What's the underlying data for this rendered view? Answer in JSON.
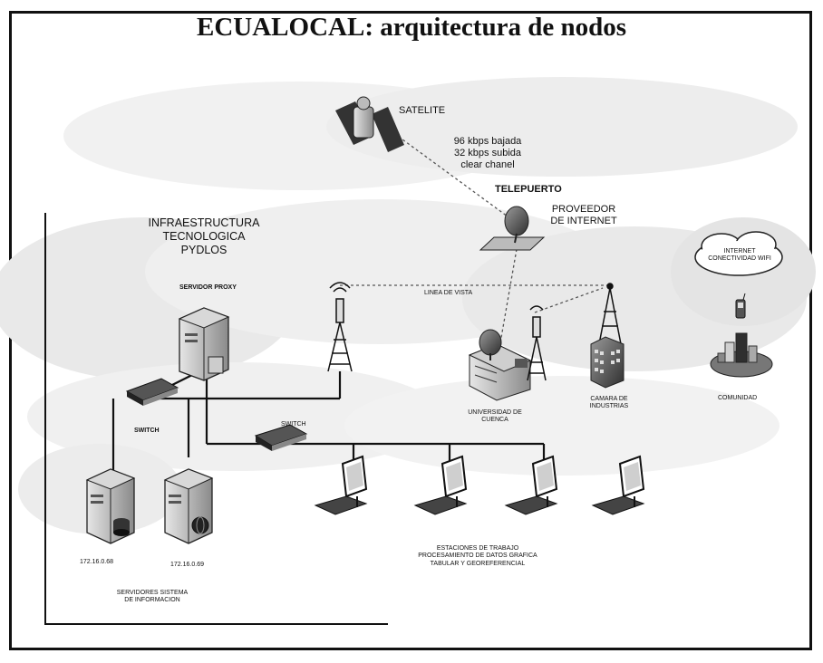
{
  "title": "ECUALOCAL: arquitectura de nodos",
  "labels": {
    "satellite": "SATELITE",
    "link_speed": "96 kbps bajada\n32 kbps subida\nclear chanel",
    "teleport": "TELEPUERTO",
    "isp": "PROVEEDOR\nDE INTERNET",
    "infra": "INFRAESTRUCTURA\nTECNOLOGICA\nPYDLOS",
    "proxy": "SERVIDOR PROXY",
    "line_of_sight": "LINEA DE VISTA",
    "cloud": "INTERNET\nCONECTIVIDAD WIFI",
    "university": "UNIVERSIDAD DE\nCUENCA",
    "chamber": "CAMARA DE\nINDUSTRIAS",
    "community": "COMUNIDAD",
    "switch1": "SWITCH",
    "switch2": "SWITCH",
    "ip1": "172.16.0.68",
    "ip2": "172.16.0.69",
    "servers": "SERVIDORES SISTEMA\nDE INFORMACION",
    "workstations": "ESTACIONES DE TRABAJO\nPROCESAMIENTO DE DATOS GRAFICA\nTABULAR Y GEOREFERENCIAL"
  }
}
